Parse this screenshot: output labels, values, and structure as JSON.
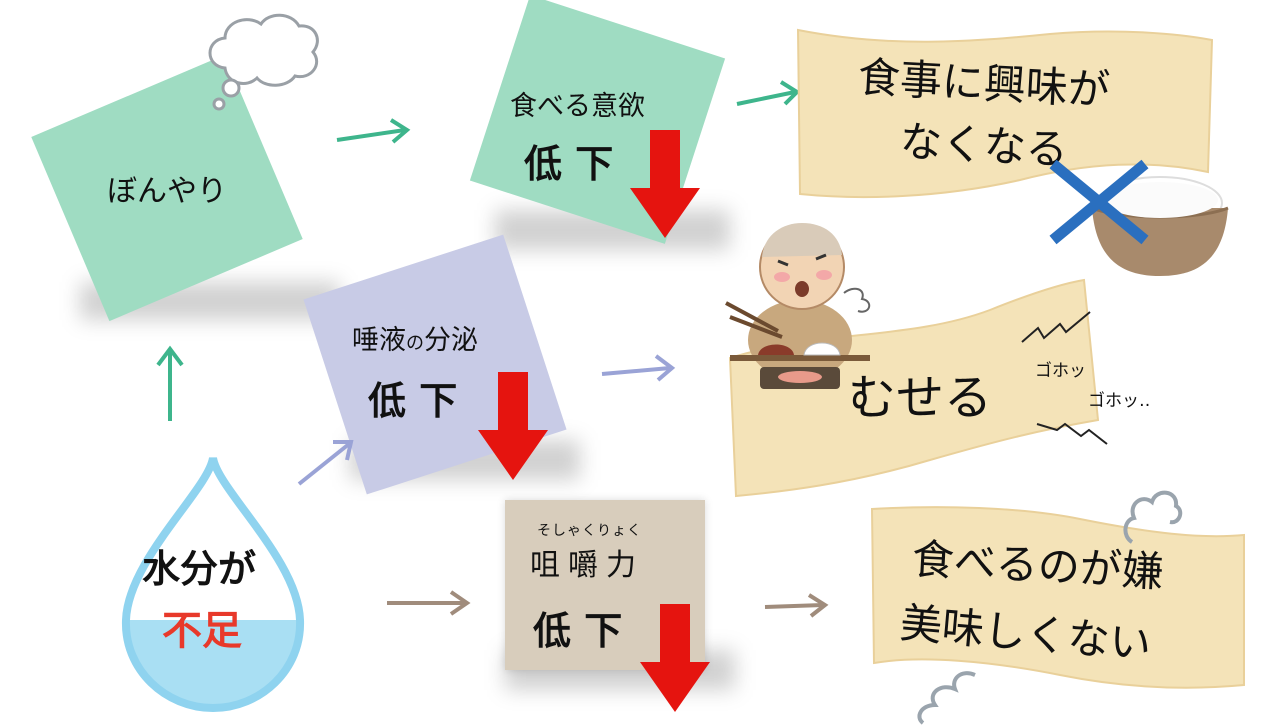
{
  "nodes": {
    "bonyari": {
      "label": "ぼんやり",
      "color": "#9fdcc2"
    },
    "appetite": {
      "label": "食べる意欲",
      "sub": "低 下",
      "color": "#9fdcc2"
    },
    "saliva": {
      "label_main": "唾液",
      "label_no": "の",
      "label_rest": "分泌",
      "sub": "低 下",
      "color": "#c8cbe6"
    },
    "chewing": {
      "ruby": "そしゃくりょく",
      "label": "咀嚼力",
      "sub": "低 下",
      "color": "#d8cdbc"
    }
  },
  "drop": {
    "line1": "水分が",
    "line2": "不足",
    "accent": "#e8392a",
    "outline": "#8fd3ef"
  },
  "results": {
    "interest": {
      "line1": "食事に興味が",
      "line2": "なくなる"
    },
    "choke": {
      "label": "むせる",
      "sound1": "ゴホッ",
      "sound2": "ゴホッ‥"
    },
    "dislike": {
      "line1": "食べるのが嫌",
      "line2": "美味しくない"
    }
  },
  "colors": {
    "arrow_red": "#e5140f",
    "scroll_fill": "#f4e3b8",
    "scroll_edge": "#e9d09a",
    "cross": "#2a6fbf"
  }
}
